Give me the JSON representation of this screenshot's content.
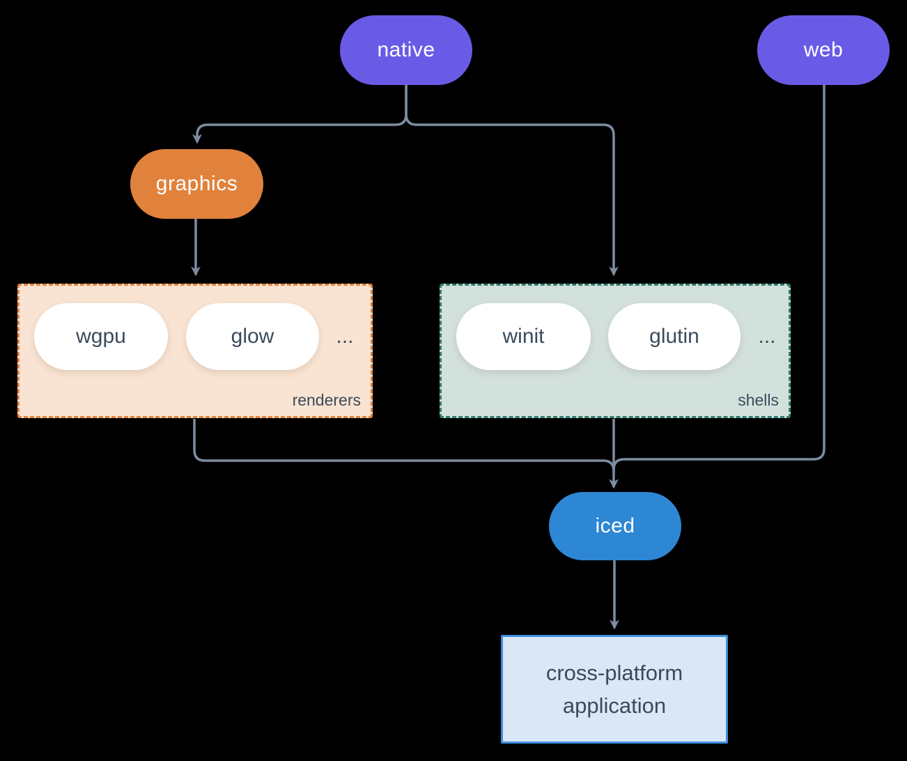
{
  "diagram": {
    "nodes": {
      "native": {
        "label": "native",
        "color": "#6a5be6",
        "text_color": "#ffffff"
      },
      "web": {
        "label": "web",
        "color": "#6a5be6",
        "text_color": "#ffffff"
      },
      "graphics": {
        "label": "graphics",
        "color": "#e0823c",
        "text_color": "#ffffff"
      },
      "iced": {
        "label": "iced",
        "color": "#2e87d5",
        "text_color": "#ffffff"
      },
      "app": {
        "label": "cross-platform application",
        "bg": "#d9e7f7",
        "border": "#3e8ede",
        "text_color": "#3b4b5b"
      }
    },
    "groups": {
      "renderers": {
        "label": "renderers",
        "items": [
          "wgpu",
          "glow"
        ],
        "ellipsis": "...",
        "bg": "#f9e3d2",
        "border": "#e0823c",
        "item_bg": "#ffffff",
        "item_text_color": "#3b4b5b"
      },
      "shells": {
        "label": "shells",
        "items": [
          "winit",
          "glutin"
        ],
        "ellipsis": "...",
        "bg": "#d3e1dc",
        "border": "#2f7d6d",
        "item_bg": "#ffffff",
        "item_text_color": "#3b4b5b"
      }
    },
    "edges": [
      {
        "from": "native",
        "to": "graphics"
      },
      {
        "from": "native",
        "to": "shells"
      },
      {
        "from": "graphics",
        "to": "renderers"
      },
      {
        "from": "renderers",
        "to": "iced"
      },
      {
        "from": "shells",
        "to": "iced"
      },
      {
        "from": "web",
        "to": "iced"
      },
      {
        "from": "iced",
        "to": "cross-platform application"
      }
    ],
    "colors": {
      "background": "#000000",
      "connector_line": "#7d8da0"
    }
  }
}
